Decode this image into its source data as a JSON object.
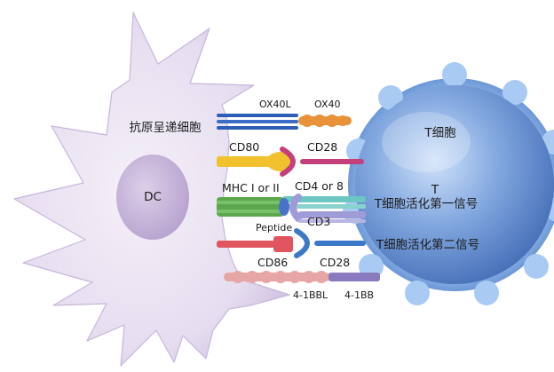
{
  "cells": {
    "dc": {
      "cell_label": "抗原呈递细胞",
      "nucleus_label": "DC"
    },
    "tcell": {
      "cell_label": "T细胞",
      "nucleus_label": "T"
    }
  },
  "signals": {
    "first": "T细胞活化第一信号",
    "second": "T细胞活化第二信号"
  },
  "molecules": {
    "ox40l": "OX40L",
    "ox40": "OX40",
    "cd80": "CD80",
    "cd28_top": "CD28",
    "mhc": "MHC I or II",
    "cd4_8": "CD4 or 8",
    "peptide": "Peptide",
    "cd3": "CD3",
    "cd86": "CD86",
    "cd28_bottom": "CD28",
    "bbl": "4-1BBL",
    "bb": "4-1BB"
  },
  "colors": {
    "dc_body": "#e4dcee",
    "dc_nucleus": "#cbb8db",
    "tcell_body": "#5b86c7",
    "ox_blue": "#2e5db8",
    "ox_orange": "#e8923a",
    "cd80_yellow": "#f2c12e",
    "cd28_magenta": "#c4407c",
    "mhc_green": "#5aa84b",
    "cd4_teal": "#6cc6c2",
    "peptide_blue": "#4a72c8",
    "cd3_lilac": "#9f9bd6",
    "cd86_red": "#e0555f",
    "cd28_blue": "#3c78c8",
    "bbl_pink": "#e6a6a6",
    "bb_purple": "#8a7bc0"
  }
}
